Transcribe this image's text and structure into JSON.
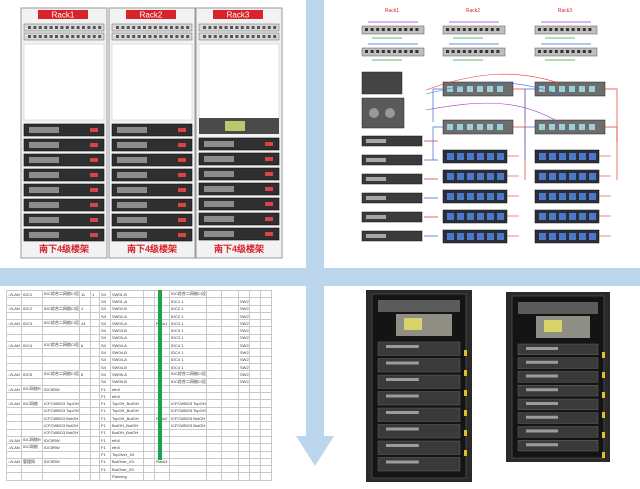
{
  "racks": [
    {
      "label": "Rack1",
      "footer": "南下4级楼架"
    },
    {
      "label": "Rack2",
      "footer": "南下4级楼架"
    },
    {
      "label": "Rack3",
      "footer": "南下4级楼架"
    }
  ],
  "diagram_titles": [
    "Rack1",
    "Rack2",
    "Rack3"
  ],
  "table": {
    "rows": [
      [
        "-VLAN",
        "IDC1",
        "IDC综合二网络CI设备",
        "11",
        "1",
        "S4",
        "SW01-B",
        "",
        "",
        "IDC综合二网络CI设备",
        "",
        "",
        "",
        "",
        ""
      ],
      [
        "",
        "",
        "",
        "",
        "",
        "S4",
        "SW01-A",
        "",
        "",
        "IDC1 1",
        "",
        "",
        "SW2",
        "",
        ""
      ],
      [
        "-VLAN",
        "IDC2",
        "IDC综合二网络CI设备",
        "1",
        "",
        "S4",
        "SW02-B",
        "",
        "",
        "IDC2 1",
        "",
        "",
        "SW2",
        "",
        ""
      ],
      [
        "",
        "",
        "",
        "",
        "",
        "S4",
        "SW02-A",
        "",
        "",
        "IDC2 1",
        "",
        "",
        "SW2",
        "",
        ""
      ],
      [
        "-VLAN",
        "IDC3",
        "IDC综合二网络CI设备",
        "24",
        "",
        "S4",
        "SW03-A",
        "",
        "Rack1",
        "IDC3 1",
        "",
        "",
        "SW2",
        "",
        ""
      ],
      [
        "",
        "",
        "",
        "",
        "",
        "S4",
        "SW03-B",
        "",
        "",
        "IDC3 1",
        "",
        "",
        "SW2",
        "",
        ""
      ],
      [
        "",
        "",
        "",
        "",
        "",
        "S4",
        "SW03-A",
        "",
        "",
        "IDC3 1",
        "",
        "",
        "SW2",
        "",
        ""
      ],
      [
        "-VLAN",
        "IDC4",
        "IDC综合二网络CI设备",
        "6",
        "",
        "S4",
        "SW04-A",
        "",
        "",
        "IDC4 1",
        "",
        "",
        "SW2",
        "",
        ""
      ],
      [
        "",
        "",
        "",
        "",
        "",
        "S4",
        "SW04-B",
        "",
        "",
        "IDC4 1",
        "",
        "",
        "SW2",
        "",
        ""
      ],
      [
        "",
        "",
        "",
        "",
        "",
        "S4",
        "SW04-A",
        "",
        "",
        "IDC4 1",
        "",
        "",
        "SW2",
        "",
        ""
      ],
      [
        "",
        "",
        "",
        "",
        "",
        "S4",
        "SW04-B",
        "",
        "",
        "IDC4 1",
        "",
        "",
        "SW2",
        "",
        ""
      ],
      [
        "-VLAN",
        "IDC5",
        "IDC综合二网络CI设备",
        "8",
        "",
        "S4",
        "SW05-A",
        "",
        "",
        "IDC综合二网络CI设备",
        "",
        "",
        "SW2",
        "",
        ""
      ],
      [
        "",
        "",
        "",
        "",
        "",
        "S4",
        "SW05-B",
        "",
        "",
        "IDC综合二网络CI设备",
        "",
        "",
        "SW2",
        "",
        ""
      ],
      [
        "-VLAN",
        "IDC网络R",
        "IDC5RW",
        "",
        "",
        "F1",
        "ethX",
        "",
        "",
        "",
        "",
        "",
        "",
        "",
        ""
      ],
      [
        "",
        "",
        "",
        "",
        "",
        "F1",
        "ethX",
        "",
        "",
        "",
        "",
        "",
        "",
        "",
        ""
      ],
      [
        "-VLAN",
        "IDC网络",
        "ICFCWBO3 TopOH",
        "",
        "",
        "F1",
        "TopOH_BotOH",
        "",
        "",
        "ICFCWBO3 TopOH",
        "",
        "",
        "",
        "",
        ""
      ],
      [
        "",
        "",
        "ICFCWBO3 TopOH",
        "",
        "",
        "F1",
        "TopOH_BotOH",
        "",
        "",
        "ICFCWBO3 TopOH",
        "",
        "",
        "",
        "",
        ""
      ],
      [
        "",
        "",
        "ICFCWBO3 BotOH",
        "",
        "",
        "F1",
        "TopOH_BotOH",
        "",
        "Rack2",
        "ICFCWBO3 BotOH",
        "",
        "",
        "",
        "",
        ""
      ],
      [
        "",
        "",
        "ICFCWBO3 BotOH",
        "",
        "",
        "F1",
        "BotOH_BotOH",
        "",
        "",
        "ICFCWBO3 BotOH",
        "",
        "",
        "",
        "",
        ""
      ],
      [
        "",
        "",
        "ICFCWBO3 BotOH",
        "",
        "",
        "F1",
        "BotOH_BotOH",
        "",
        "",
        "",
        "",
        "",
        "",
        "",
        ""
      ],
      [
        "-VLAN",
        "IDC网络R",
        "IDC5RW",
        "",
        "",
        "F1",
        "ethX",
        "",
        "",
        "",
        "",
        "",
        "",
        "",
        ""
      ],
      [
        "-VLAN",
        "IDC网络",
        "IDC5RW",
        "",
        "",
        "F1",
        "ethX",
        "",
        "",
        "",
        "",
        "",
        "",
        "",
        ""
      ],
      [
        "",
        "",
        "",
        "",
        "",
        "F1",
        "TopOver_X0",
        "",
        "",
        "",
        "",
        "",
        "",
        "",
        ""
      ],
      [
        "-VLAN",
        "管理网",
        "IDC5RW",
        "",
        "",
        "F1",
        "BotOver_X0",
        "",
        "Rack3",
        "",
        "",
        "",
        "",
        "",
        ""
      ],
      [
        "",
        "",
        "",
        "",
        "",
        "F1",
        "BotOver_X0",
        "",
        "",
        "",
        "",
        "",
        "",
        "",
        ""
      ],
      [
        "",
        "",
        "",
        "",
        "",
        "",
        "Panning",
        "",
        "",
        "",
        "",
        "",
        "",
        "",
        ""
      ]
    ]
  },
  "colors": {
    "divider": "#bcd6ee",
    "rack_label": "#d8232a",
    "cable_red": "#e23b3b",
    "cable_blue": "#3f6ad8",
    "cable_purple": "#9b3fd0",
    "cable_green": "#2aa84a",
    "table_accent": "#1fa34a"
  }
}
